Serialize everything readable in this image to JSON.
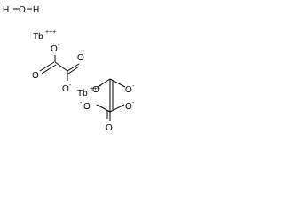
{
  "molecule": {
    "water": {
      "hydrogen_left": "H",
      "oxygen": "O",
      "hydrogen_right": "H"
    },
    "terbium_cations": [
      {
        "symbol": "Tb",
        "charge": "+++"
      },
      {
        "symbol": "Tb",
        "charge": "+++"
      }
    ],
    "oxalate_top": {
      "oxygen_upper": "O",
      "oxygen_upper_charge": "-",
      "oxygen_carbonyl": "O",
      "oxygen_lower": "O",
      "oxygen_lower_charge": "-"
    },
    "oxalate_middle": {
      "oxygen_left": "O",
      "oxygen_left_charge": "-",
      "oxygen_right": "O",
      "oxygen_right_charge": "-"
    },
    "oxalate_bottom": {
      "oxygen_left": "O",
      "oxygen_left_charge": "-",
      "oxygen_right": "O",
      "oxygen_right_charge": "-"
    }
  },
  "colors": {
    "ink": "#000000",
    "background": "#ffffff"
  }
}
